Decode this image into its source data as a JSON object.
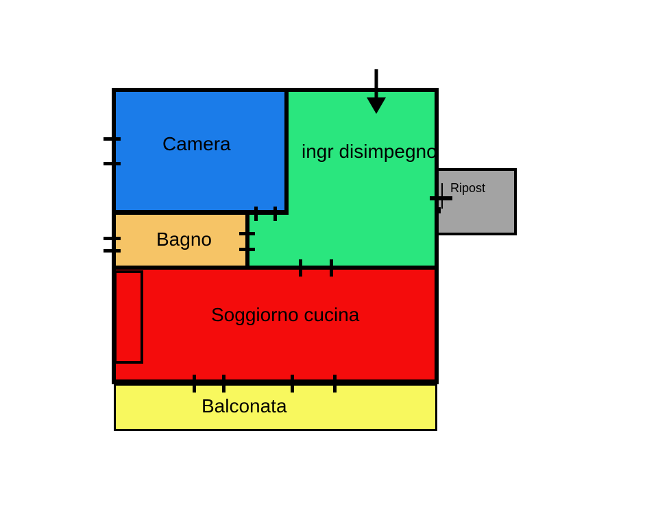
{
  "floorplan": {
    "background_color": "#ffffff",
    "wall_color": "#000000",
    "label_color": "#000000",
    "rooms": [
      {
        "id": "camera",
        "label": "Camera",
        "color": "#1b7ce9"
      },
      {
        "id": "ingr-disimpegno",
        "label": "ingr disimpegno",
        "color": "#2ae67e"
      },
      {
        "id": "ripost",
        "label": "Ripost",
        "color": "#a3a3a3"
      },
      {
        "id": "bagno",
        "label": "Bagno",
        "color": "#f6c466"
      },
      {
        "id": "soggiorno-cucina",
        "label": "Soggiorno cucina",
        "color": "#f40c0c"
      },
      {
        "id": "balconata",
        "label": "Balconata",
        "color": "#f8f85e"
      }
    ],
    "entrance_arrow": {
      "icon": "down-arrow",
      "direction": "down",
      "meaning": "entrance into ingr disimpegno"
    },
    "opening_ticks": {
      "camera_left_wall": 2,
      "camera_green_wall": 2,
      "bagno_left_wall": 2,
      "bagno_green_wall": 2,
      "green_soggiorno_wall": 2,
      "soggiorno_balconata_wall": 4,
      "ripost_door": 1
    }
  }
}
